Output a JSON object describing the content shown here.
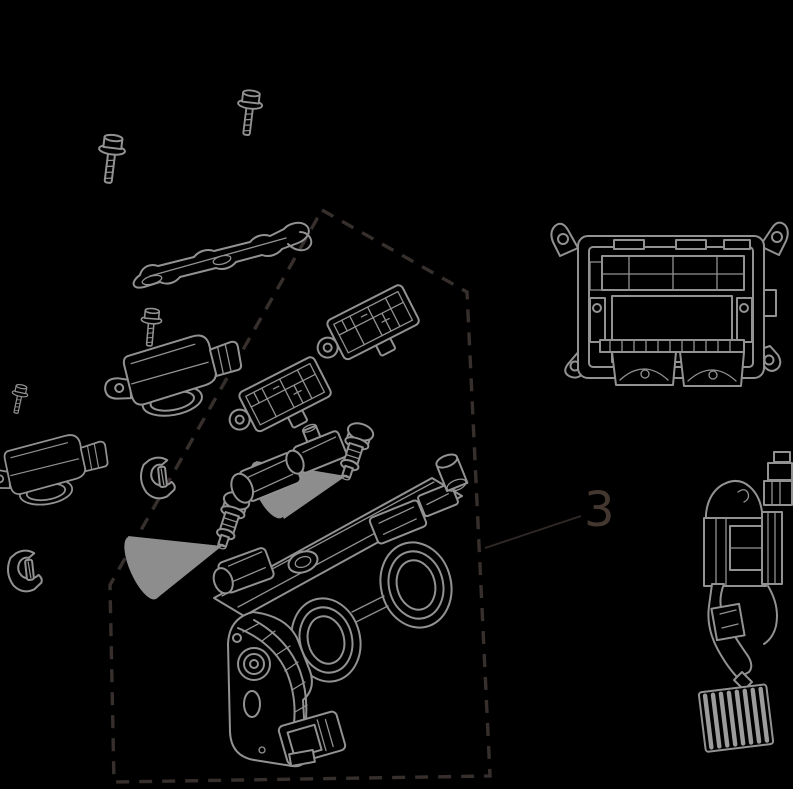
{
  "diagram": {
    "type": "exploded-parts-diagram",
    "background": "#000000",
    "colors": {
      "line": "#929292",
      "cone_fill": "#8d8d8d",
      "stripe": "#9c9c9c",
      "outline": "#362f2c",
      "leader": "#2f2927",
      "label": "#443730"
    },
    "callout": {
      "label": "3"
    },
    "parts": [
      "flange-bolt-upper-left",
      "flange-bolt-upper-center",
      "mounting-bracket",
      "flange-bolt-small",
      "stud-bolt-tiny",
      "throttle-position-sensor-a",
      "throttle-position-sensor-b",
      "retaining-clip-a",
      "retaining-clip-b",
      "map-sensor-a",
      "map-sensor-b",
      "fuel-injector-a",
      "fuel-injector-b",
      "spray-cone-a",
      "spray-cone-b",
      "throttle-body-assembly",
      "engine-control-module",
      "accelerator-pedal-assembly"
    ]
  }
}
